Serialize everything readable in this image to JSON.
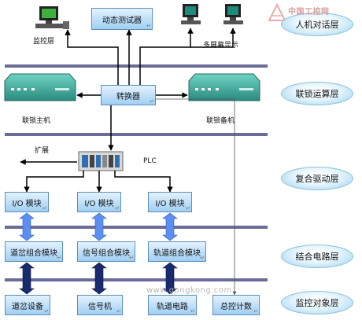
{
  "title_box": "动态测试器",
  "switch_box": "转换器",
  "io_modules": [
    "I/O 模块",
    "I/O 模块",
    "I/O 模块"
  ],
  "combo_modules": [
    "道岔组合模块",
    "信号组合模块",
    "轨道组合模块"
  ],
  "devices": [
    "道岔设备",
    "信号机",
    "轨道电路",
    "总控计数"
  ],
  "labels": {
    "monitor": "监控层",
    "multiscreen": "多屏幕显示",
    "main_unit": "联锁主机",
    "backup_unit": "联锁备机",
    "expand": "扩展",
    "plc": "PLC"
  },
  "layers": [
    "人机对话层",
    "联锁运算层",
    "复合驱动层",
    "结合电路层",
    "监控对象层"
  ],
  "watermark_logo": "中国工控网",
  "watermark_url": "www.gongkong.com",
  "colors": {
    "box_top": "#e3f2ff",
    "box_bottom": "#9fcff3",
    "bus": "#6b6b97",
    "double_arrow_light": "#5b8ff0",
    "double_arrow_dark": "#1a2a6e",
    "monitor_screen": "#3cb23c",
    "terminal_screen": "#1e8a7a",
    "server": "#3aa89a"
  },
  "icons": [
    "computer-icon",
    "terminal-icon",
    "server-icon",
    "plc-icon",
    "logo-icon"
  ]
}
